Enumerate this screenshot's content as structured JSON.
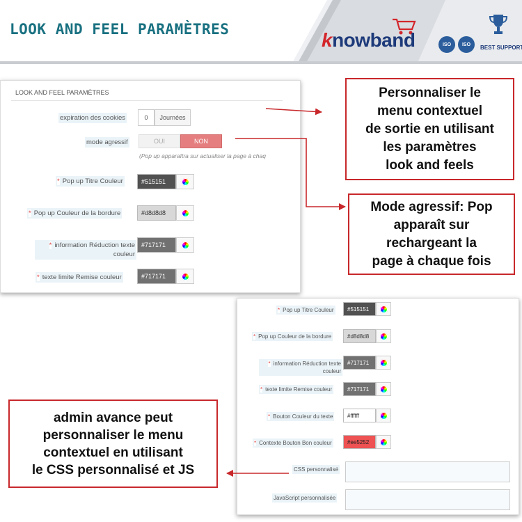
{
  "header": {
    "title": "LOOK AND FEEL PARAMÈTRES",
    "logo_text": "nowband",
    "logo_initial": "k",
    "badge_iso_1": "ISO",
    "badge_iso_2": "ISO",
    "best_support": "BEST SUPPORT"
  },
  "panel1": {
    "heading": "LOOK AND FEEL PARAMÈTRES",
    "cookie_label": "expiration des cookies",
    "cookie_value": "0",
    "cookie_unit": "Journées",
    "aggressive_label": "mode agressif",
    "toggle_on": "OUI",
    "toggle_off": "NON",
    "aggressive_hint": "(Pop up apparaîtra sur actualiser la page à chaq",
    "rows": [
      {
        "label": "Pop up Titre Couleur",
        "value": "#515151",
        "bg": "#515151",
        "fg": "#ffffff"
      },
      {
        "label": "Pop up Couleur de la bordure",
        "value": "#d8d8d8",
        "bg": "#d8d8d8",
        "fg": "#333333"
      },
      {
        "label": "information Réduction texte couleur",
        "value": "#717171",
        "bg": "#717171",
        "fg": "#ffffff"
      },
      {
        "label": "texte limite Remise couleur",
        "value": "#717171",
        "bg": "#717171",
        "fg": "#ffffff"
      }
    ]
  },
  "panel2": {
    "rows": [
      {
        "label": "Pop up Titre Couleur",
        "value": "#515151",
        "bg": "#515151",
        "fg": "#ffffff"
      },
      {
        "label": "Pop up Couleur de la bordure",
        "value": "#d8d8d8",
        "bg": "#d8d8d8",
        "fg": "#333333"
      },
      {
        "label": "information Réduction texte couleur",
        "value": "#717171",
        "bg": "#717171",
        "fg": "#ffffff"
      },
      {
        "label": "texte limite Remise couleur",
        "value": "#717171",
        "bg": "#717171",
        "fg": "#ffffff"
      },
      {
        "label": "Bouton Couleur du texte",
        "value": "#ffffff",
        "bg": "#ffffff",
        "fg": "#333333"
      },
      {
        "label": "Contexte Bouton Bon couleur",
        "value": "#ee5252",
        "bg": "#ee5252",
        "fg": "#222222"
      }
    ],
    "css_label": "CSS personnalisé",
    "js_label": "JavaScript personnalisée"
  },
  "callouts": {
    "customize": "Personnaliser le\nmenu contextuel\nde sortie en utilisant\nles paramètres\nlook and feels",
    "aggressive": "Mode agressif: Pop\napparaît sur\nrechargeant la\npage à chaque fois",
    "admin": "admin avance peut\npersonnaliser le menu\ncontextuel en utilisant\nle CSS personnalisé et JS"
  },
  "colors": {
    "accent_red": "#c8282b",
    "title_teal": "#187080",
    "toggle_active": "#e57f7f"
  }
}
